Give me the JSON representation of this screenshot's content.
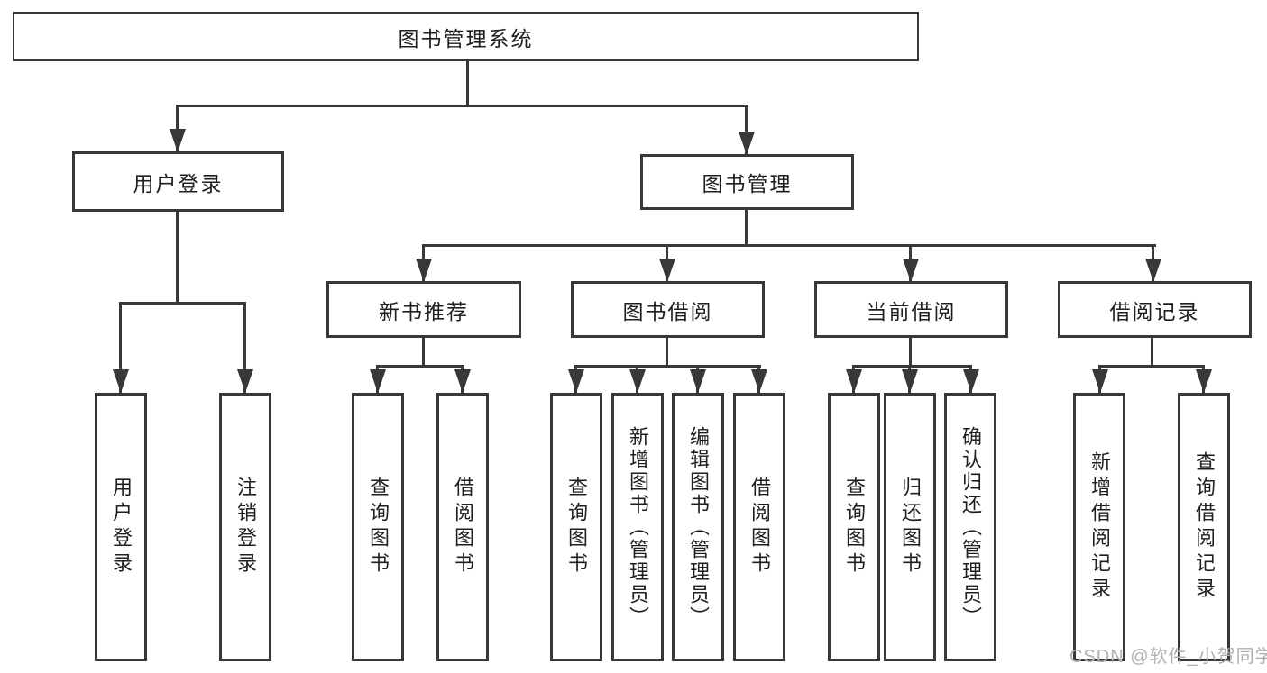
{
  "diagram": {
    "title": "图书管理系统",
    "level2": [
      {
        "label": "用户登录",
        "leaves": [
          "用户登录",
          "注销登录"
        ]
      },
      {
        "label": "图书管理",
        "modules": [
          {
            "label": "新书推荐",
            "leaves": [
              "查询图书",
              "借阅图书"
            ]
          },
          {
            "label": "图书借阅",
            "leaves": [
              "查询图书",
              "新增图书（管理员）",
              "编辑图书（管理员）",
              "借阅图书"
            ]
          },
          {
            "label": "当前借阅",
            "leaves": [
              "查询图书",
              "归还图书",
              "确认归还（管理员）"
            ]
          },
          {
            "label": "借阅记录",
            "leaves": [
              "新增借阅记录",
              "查询借阅记录"
            ]
          }
        ]
      }
    ],
    "colors": {
      "line": "#383838",
      "text": "#1f1f1f",
      "background": "#ffffff",
      "watermark": "#b4aeae"
    }
  },
  "watermark": {
    "text": "CSDN @软件_小贺同学"
  }
}
